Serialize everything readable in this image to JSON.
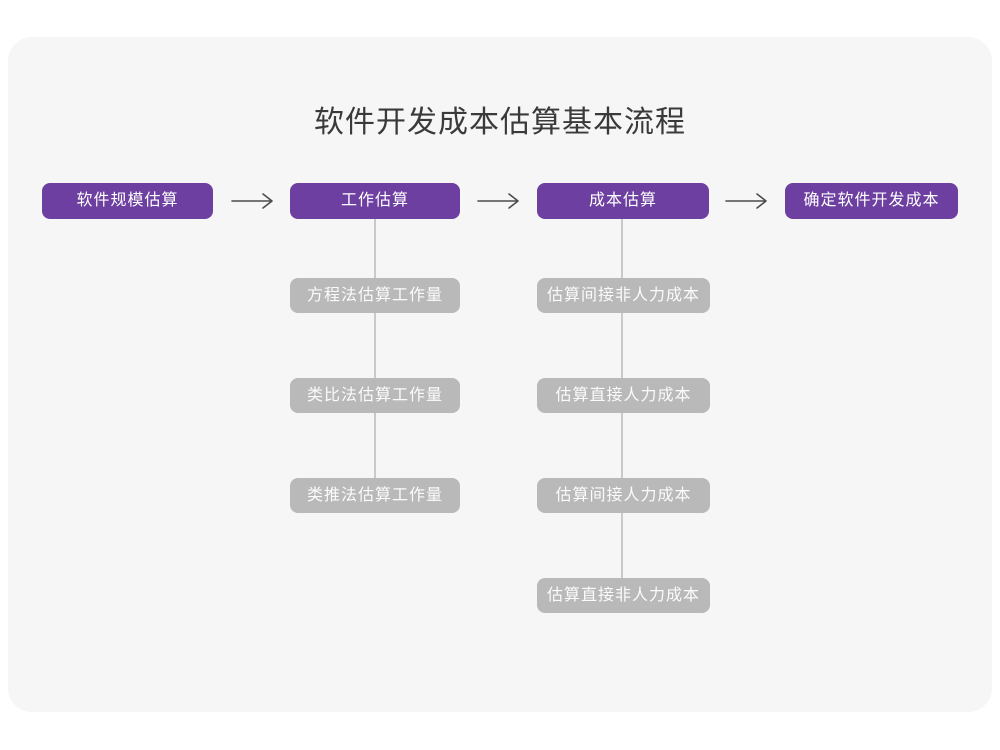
{
  "title": "软件开发成本估算基本流程",
  "colors": {
    "stage_fill": "#6c3fa0",
    "stage_text": "#ffffff",
    "substep_fill": "#b9b9b9",
    "substep_text": "#fbfbfb",
    "canvas_bg": "#f6f6f7",
    "page_bg": "#ffffff",
    "arrow": "#4c4c4c",
    "connector": "#c9c9c9",
    "title_text": "#3a3a3a"
  },
  "flow": {
    "stages": [
      {
        "label": "软件规模估算",
        "substeps": []
      },
      {
        "label": "工作估算",
        "substeps": [
          "方程法估算工作量",
          "类比法估算工作量",
          "类推法估算工作量"
        ]
      },
      {
        "label": "成本估算",
        "substeps": [
          "估算间接非人力成本",
          "估算直接人力成本",
          "估算间接人力成本",
          "估算直接非人力成本"
        ]
      },
      {
        "label": "确定软件开发成本",
        "substeps": []
      }
    ]
  }
}
